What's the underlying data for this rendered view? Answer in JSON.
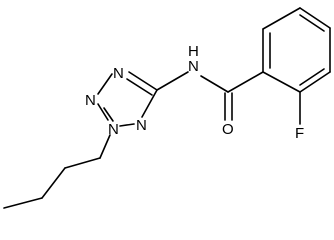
{
  "molecule": {
    "atoms": {
      "n1": "N",
      "n2": "N",
      "n3": "N",
      "n4": "N",
      "nh": "N",
      "h": "H",
      "o": "O",
      "f": "F"
    },
    "colors": {
      "bond": "#000000",
      "label": "#000000",
      "background": "#ffffff"
    }
  }
}
